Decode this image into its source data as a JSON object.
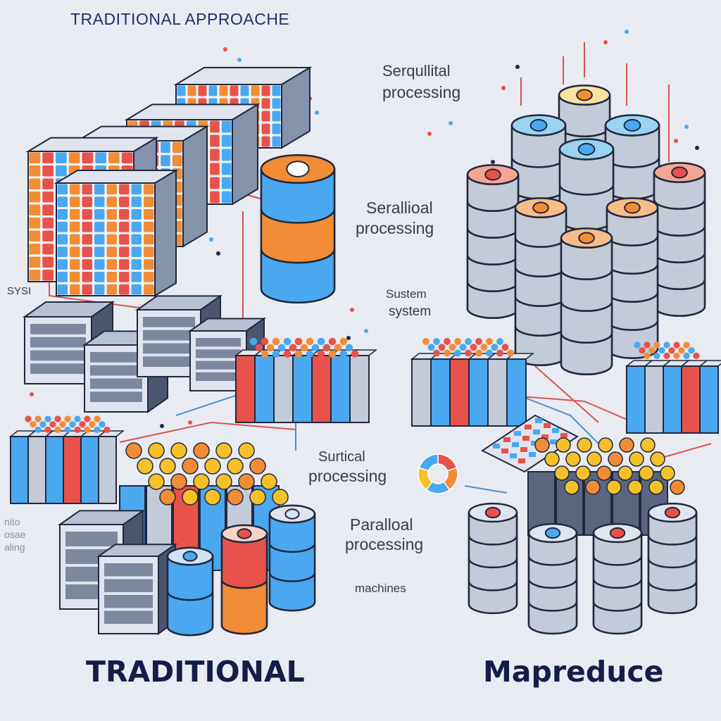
{
  "labels": {
    "top_title": "TRADITIONAL APPROACHE",
    "seq_top_1": "Serqullital",
    "seq_top_2": "processing",
    "serallioal_1": "Serallioal",
    "serallioal_2": "processing",
    "system_1": "Sustem",
    "system_2": "system",
    "syst_left": "SYSI",
    "surtical_1": "Surtical",
    "surtical_2": "processing",
    "parallel_1": "Paralloal",
    "parallel_2": "processing",
    "machines": "machines",
    "left_faint": [
      "nito",
      "osae",
      "aling"
    ],
    "title_left": "TRADITIONAL",
    "title_right": "Mapreduce"
  },
  "colors": {
    "background": "#e8ebf1",
    "red": "#e8524a",
    "blue": "#4aa8f0",
    "orange": "#f28c36",
    "yellow": "#f5c028",
    "navy": "#22283c",
    "steel": "#c3cbd9",
    "title_navy": "#151c47"
  }
}
